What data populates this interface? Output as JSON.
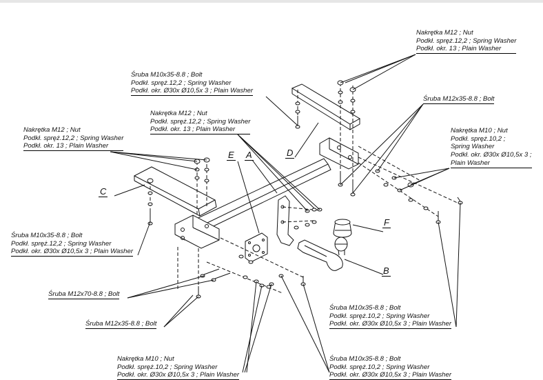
{
  "labels": {
    "nut_m12_top_right": [
      "Nakrętka  M12 ; Nut",
      "Podkł. spręż.12,2 ; Spring Washer",
      "Podkł. okr. 13 ; Plain Washer"
    ],
    "bolt_m10_top_center": [
      "Śruba M10x35-8.8 ;  Bolt",
      "Podkł. spręż.12,2 ; Spring Washer",
      "Podkł. okr.  Ø30x Ø10,5x 3 ; Plain Washer"
    ],
    "nut_m12_center": [
      "Nakrętka  M12 ; Nut",
      "Podkł. spręż.12,2 ; Spring Washer",
      "Podkł. okr. 13 ; Plain Washer"
    ],
    "nut_m12_left": [
      "Nakrętka  M12 ; Nut",
      "Podkł. spręż.12,2 ; Spring Washer",
      "Podkł. okr. 13 ; Plain Washer"
    ],
    "bolt_m12x35_right": [
      "Śruba M12x35-8.8 ;  Bolt"
    ],
    "nut_m10_right": [
      "Nakrętka  M10 ; Nut",
      "Podkł. spręż.10,2 ;",
      "Spring Washer",
      "Podkł. okr.  Ø30x Ø10,5x 3 ;",
      "Plain Washer"
    ],
    "bolt_m10_left": [
      "Śruba M10x35-8.8 ;  Bolt",
      "Podkł. spręż.12,2 ; Spring Washer",
      "Podkł. okr.  Ø30x Ø10,5x 3 ; Plain Washer"
    ],
    "bolt_m12x70": [
      "Śruba M12x70-8.8 ;  Bolt"
    ],
    "bolt_m12x35_bottom": [
      "Śruba M12x35-8.8 ;  Bolt"
    ],
    "bolt_m10_bottom_right": [
      "Śruba M10x35-8.8 ;  Bolt",
      "Podkł. spręż.10,2 ; Spring Washer",
      "Podkł. okr.  Ø30x Ø10,5x 3 ; Plain Washer"
    ],
    "nut_m10_bottom": [
      "Nakrętka  M10 ; Nut",
      "Podkł. spręż.10,2 ; Spring Washer",
      "Podkł. okr.  Ø30x Ø10,5x 3 ; Plain Washer"
    ],
    "bolt_m10_bottom_center": [
      "Śruba M10x35-8.8 ;  Bolt",
      "Podkł. spręż.10,2 ; Spring Washer",
      "Podkł. okr.  Ø30x Ø10,5x 3 ; Plain Washer"
    ]
  },
  "parts": {
    "A": "A",
    "B": "B",
    "C": "C",
    "D": "D",
    "E": "E",
    "F": "F"
  }
}
